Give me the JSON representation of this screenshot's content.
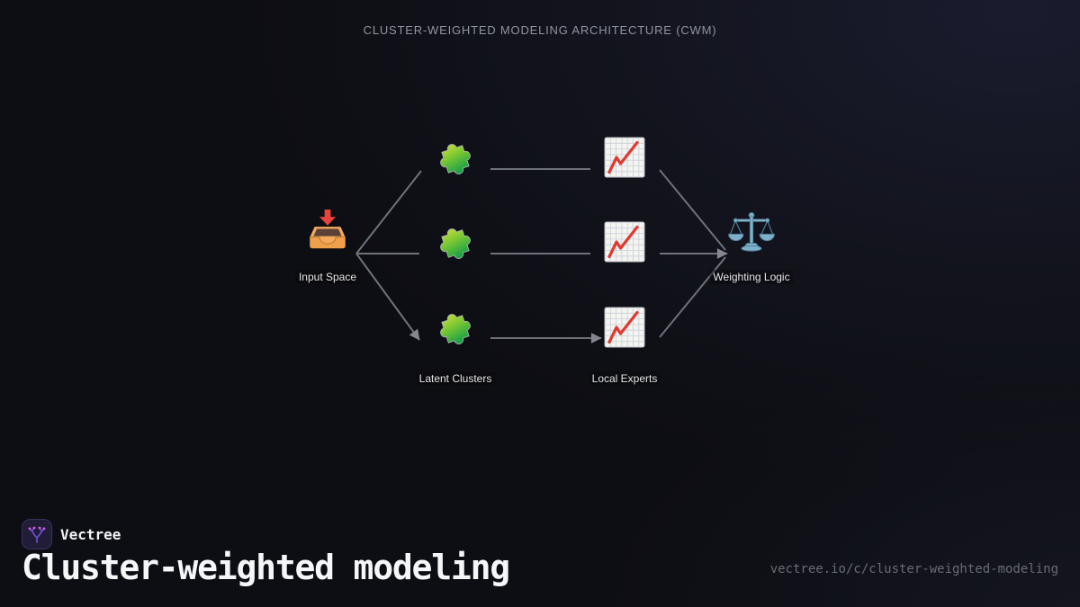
{
  "header": {
    "title": "CLUSTER-WEIGHTED MODELING ARCHITECTURE (CWM)"
  },
  "diagram": {
    "nodes": {
      "input": {
        "label": "Input Space",
        "icon": "inbox-tray-icon"
      },
      "clusters": {
        "label": "Latent Clusters",
        "icon": "puzzle-piece-icon",
        "count": 3
      },
      "experts": {
        "label": "Local Experts",
        "icon": "chart-increasing-icon",
        "count": 3
      },
      "weighting": {
        "label": "Weighting Logic",
        "icon": "balance-scale-icon"
      }
    },
    "flow": "input -> clusters -> experts -> weighting",
    "edge_color": "#6e727b",
    "arrowhead_color": "#84878e"
  },
  "footer": {
    "brand": "Vectree",
    "logo_icon": "vectree-branch-icon",
    "title": "Cluster-weighted modeling",
    "url": "vectree.io/c/cluster-weighted-modeling"
  },
  "colors": {
    "background": "#0d0e13",
    "background_glow": "#1a1c2e",
    "muted_title": "#9095a0",
    "node_label": "#e6e7e9",
    "big_title": "#f5f6f8",
    "url_text": "#686c75",
    "logo_bg": "#211c38",
    "logo_stroke": "#6f4dd0",
    "logo_dots": "#d65ce6",
    "puzzle_green_top": "#cadd3e",
    "puzzle_green_bottom": "#19a146",
    "chart_line_red": "#e0392f",
    "tray_orange": "#f3aa5c",
    "tray_arrow_red": "#e8433a",
    "scale_blue": "#7fb0c9"
  }
}
